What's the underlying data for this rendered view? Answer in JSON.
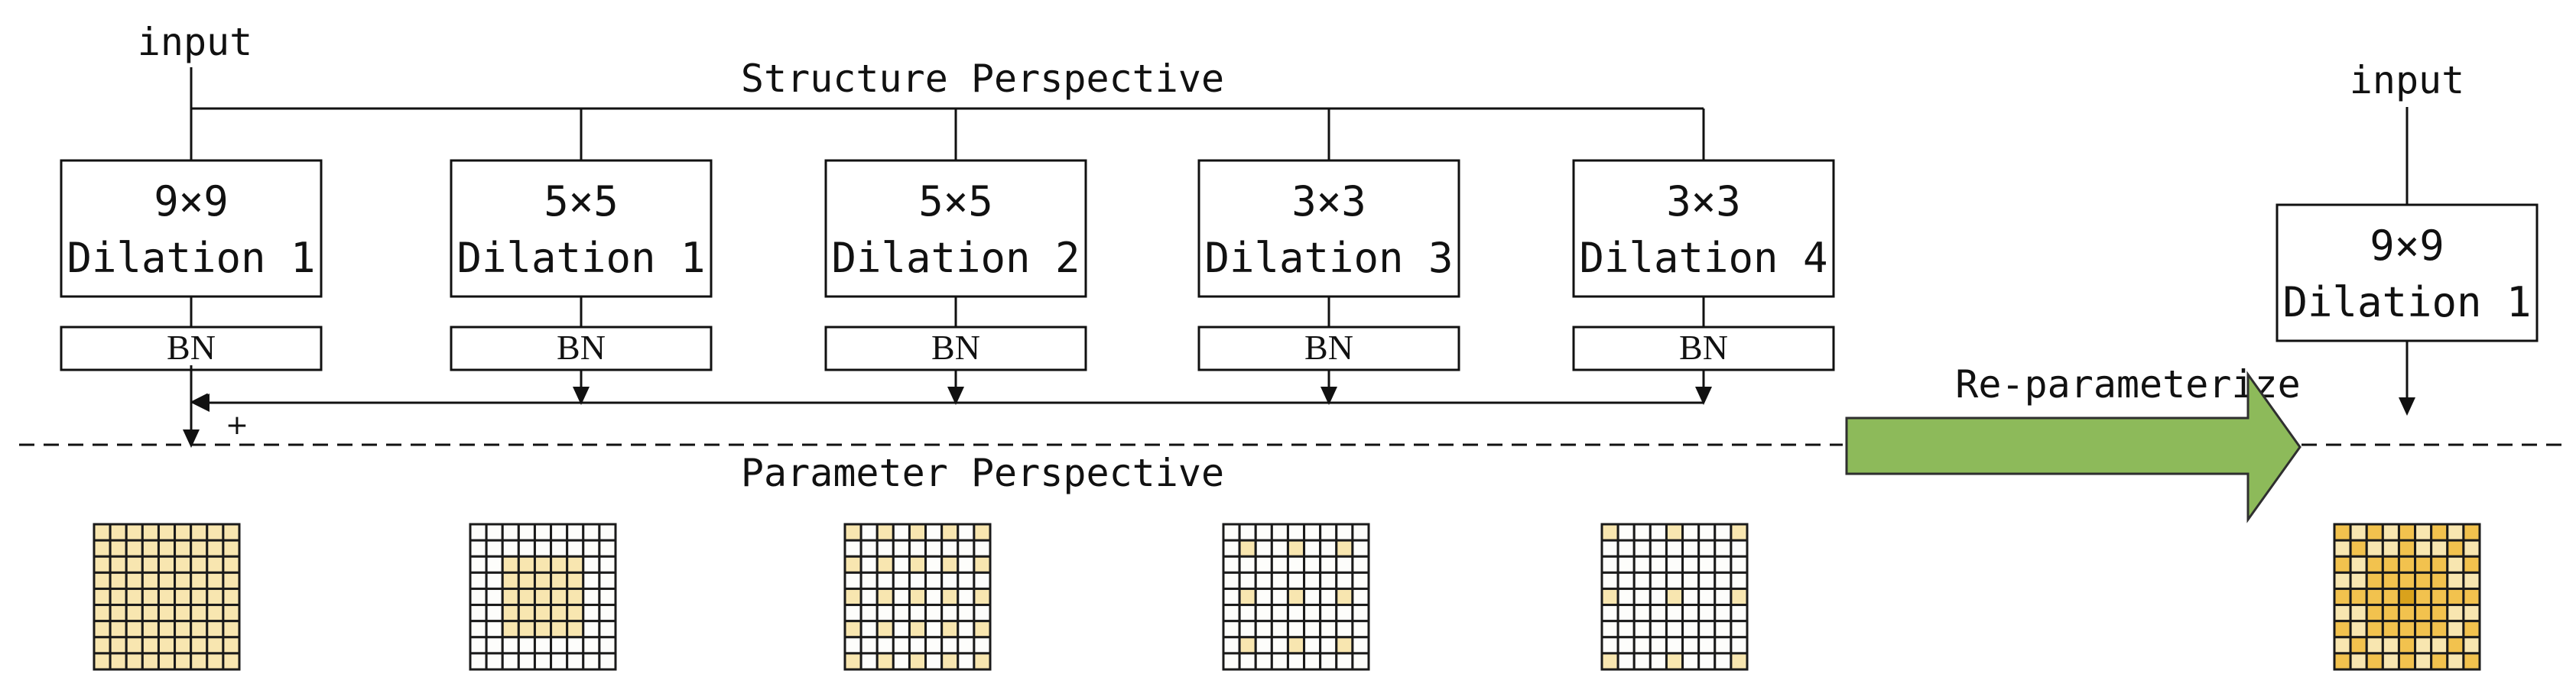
{
  "labels": {
    "input_left": "input",
    "input_right": "input",
    "structure": "Structure Perspective",
    "parameter": "Parameter Perspective",
    "reparam": "Re-parameterize",
    "plus": "+"
  },
  "branches": [
    {
      "kernel": "9×9",
      "dilation": "Dilation 1",
      "bn": "BN",
      "grid": 9,
      "step": 1,
      "span": 9
    },
    {
      "kernel": "5×5",
      "dilation": "Dilation 1",
      "bn": "BN",
      "grid": 9,
      "step": 1,
      "span": 5
    },
    {
      "kernel": "5×5",
      "dilation": "Dilation 2",
      "bn": "BN",
      "grid": 9,
      "step": 2,
      "span": 5
    },
    {
      "kernel": "3×3",
      "dilation": "Dilation 3",
      "bn": "BN",
      "grid": 9,
      "step": 3,
      "span": 3
    },
    {
      "kernel": "3×3",
      "dilation": "Dilation 4",
      "bn": "BN",
      "grid": 9,
      "step": 4,
      "span": 3
    }
  ],
  "merged": {
    "kernel": "9×9",
    "dilation": "Dilation 1",
    "grid": 9
  },
  "colors": {
    "arrow_fill": "#8dba5a",
    "arrow_stroke": "#2f2f2f",
    "cell_white": "#fdfdfb",
    "cell_light": "#f8e6b0",
    "cell_mid": "#f2c24e",
    "cell_dark": "#d9a21c",
    "grid_line": "#1a1a1a"
  }
}
